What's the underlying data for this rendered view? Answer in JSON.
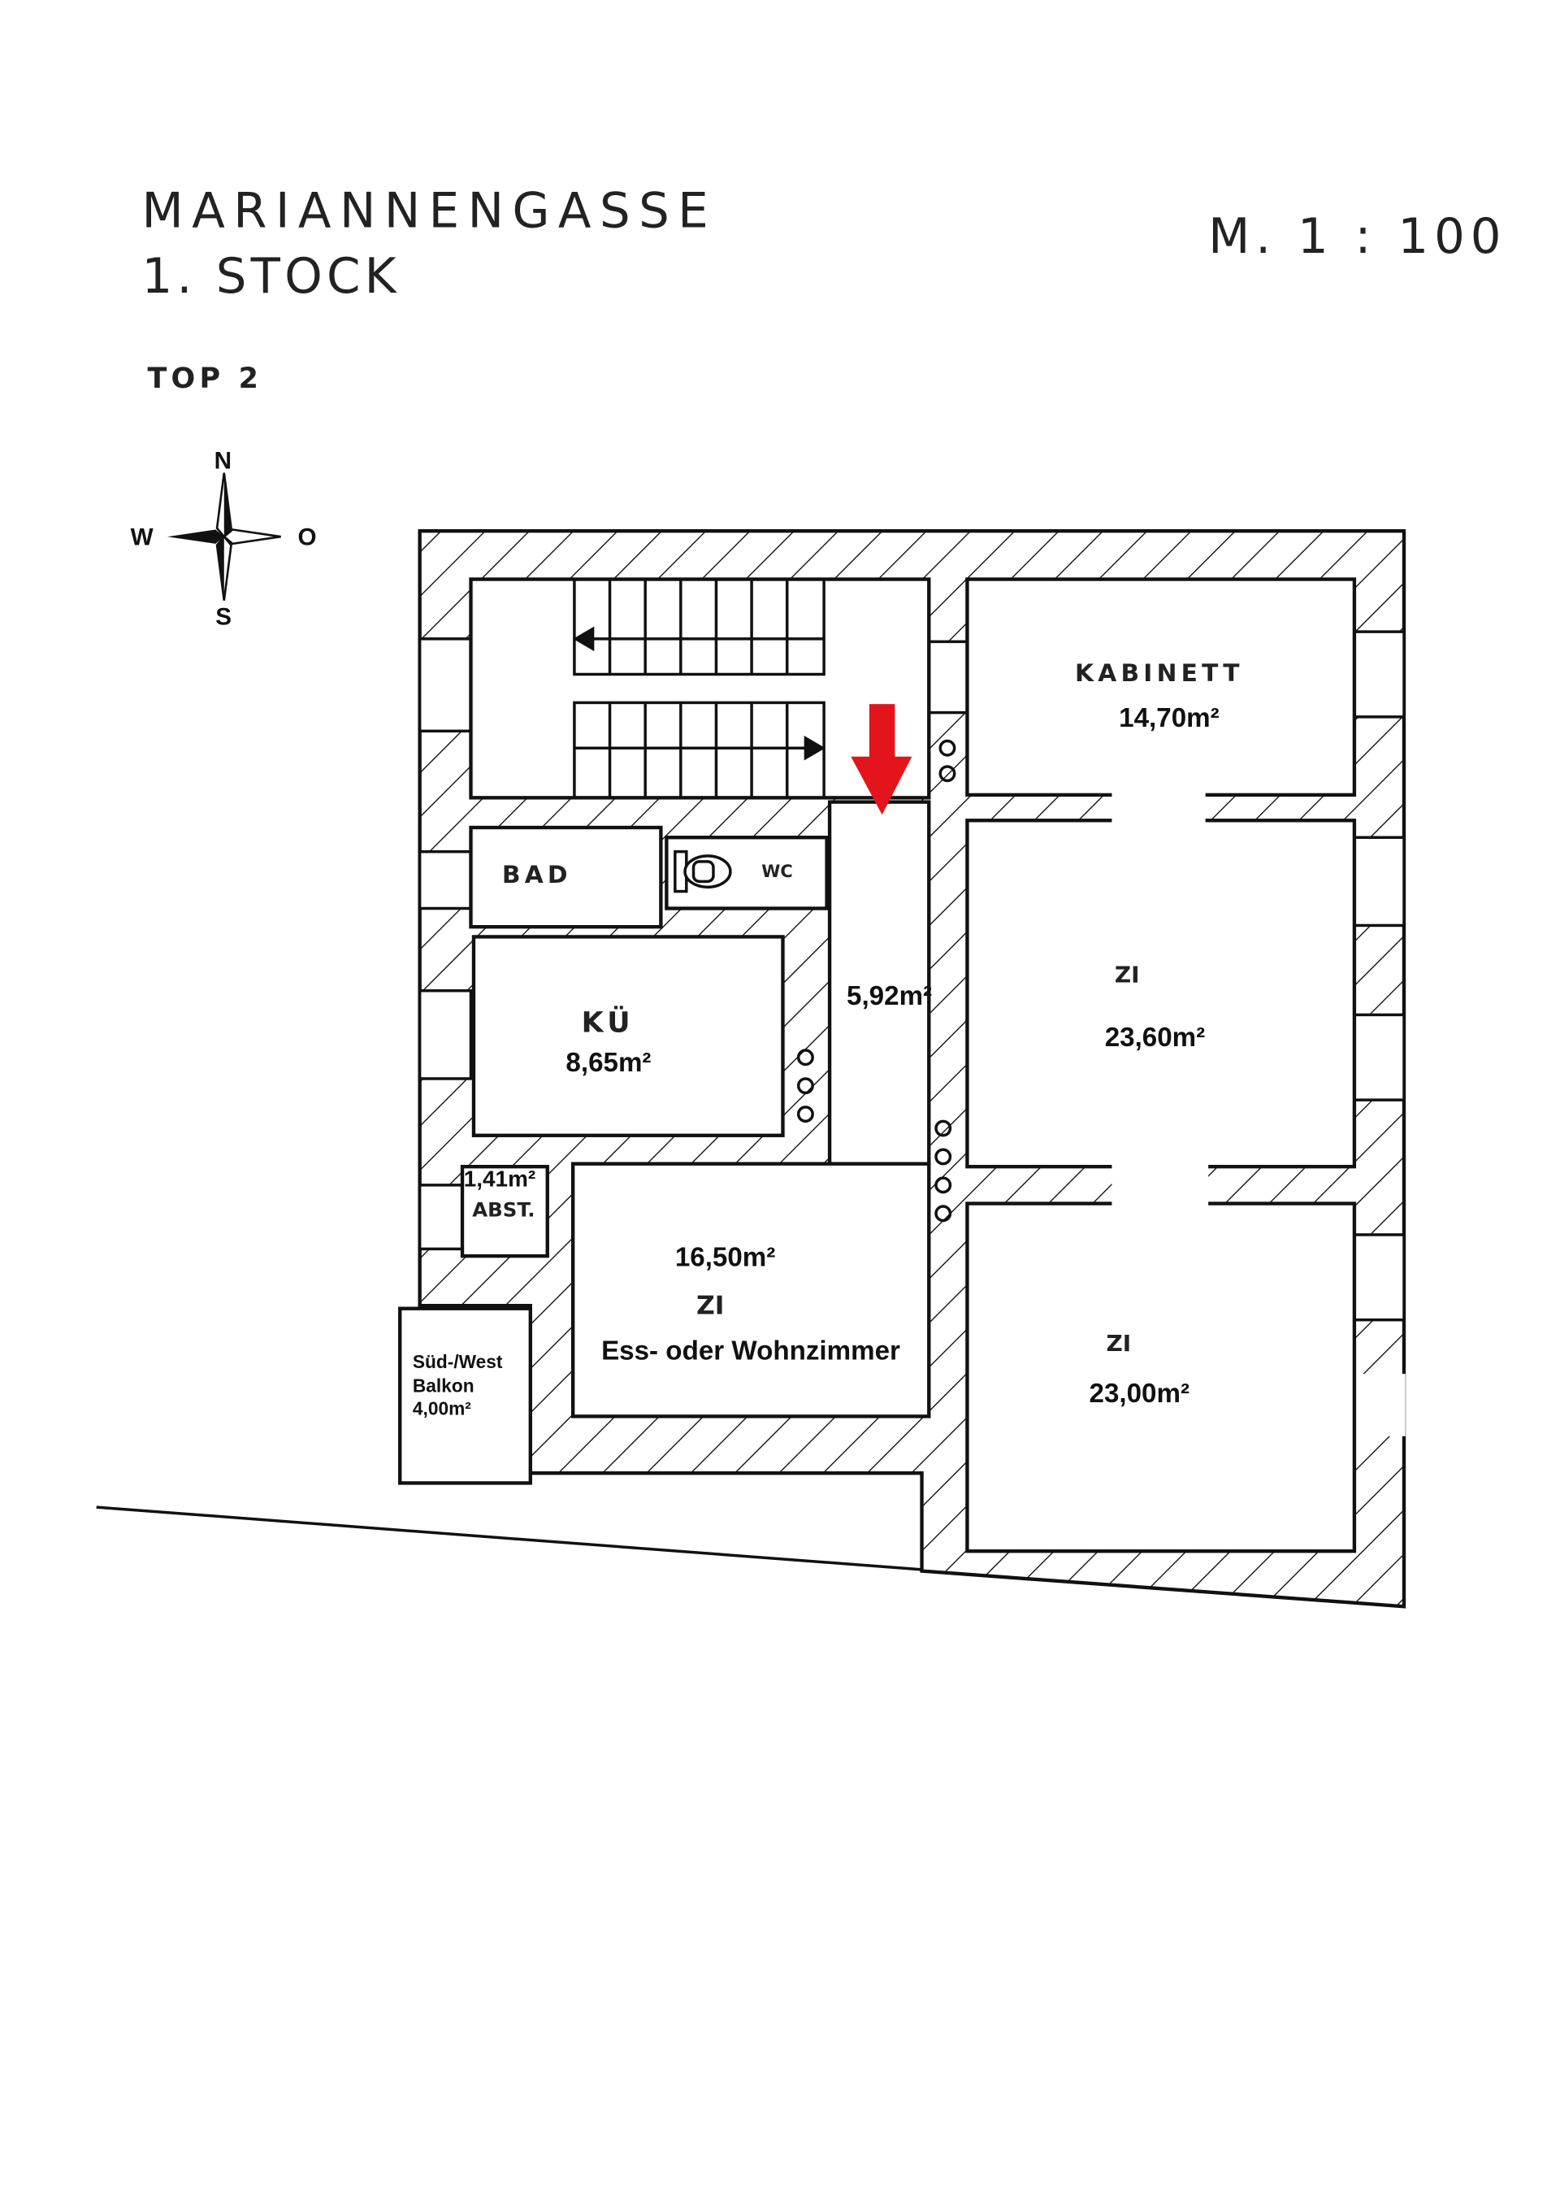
{
  "header": {
    "street": "MARIANNENGASSE",
    "floor": "1. STOCK",
    "unit": "TOP 2",
    "scale": "M. 1 : 100"
  },
  "compass": {
    "north": "N",
    "south": "S",
    "west": "W",
    "east": "O"
  },
  "rooms": {
    "kabinett": {
      "name": "KABINETT",
      "area": "14,70m²"
    },
    "zi_north": {
      "name": "ZI",
      "area": "23,60m²"
    },
    "zi_south": {
      "name": "ZI",
      "area": "23,00m²"
    },
    "zi_living": {
      "name": "ZI",
      "area": "16,50m²",
      "note": "Ess- oder Wohnzimmer"
    },
    "bad": {
      "name": "BAD"
    },
    "wc": {
      "name": "WC"
    },
    "kueche": {
      "name": "KÜ",
      "area": "8,65m²"
    },
    "vorraum": {
      "area": "5,92m²"
    },
    "abstell": {
      "name": "ABST.",
      "area": "1,41m²"
    },
    "balkon": {
      "line1": "Süd-/West",
      "line2": "Balkon",
      "area": "4,00m²"
    }
  },
  "colors": {
    "entrance_arrow": "#e3141b"
  }
}
